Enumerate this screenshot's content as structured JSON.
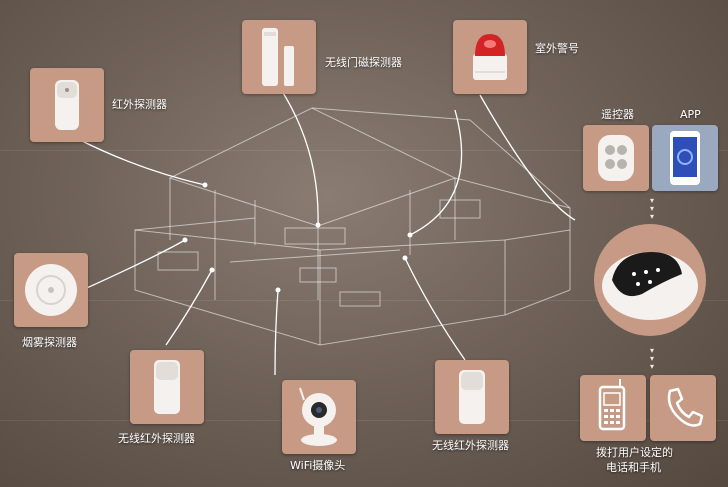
{
  "devices": {
    "ir_detector": {
      "label": "红外探测器",
      "icon": "motion-sensor-icon"
    },
    "door_sensor": {
      "label": "无线门磁探测器",
      "icon": "door-contact-sensor-icon"
    },
    "outdoor_siren": {
      "label": "室外警号",
      "icon": "siren-icon"
    },
    "remote": {
      "label": "遥控器",
      "icon": "remote-control-icon"
    },
    "app": {
      "label": "APP",
      "icon": "smartphone-app-icon"
    },
    "smoke_detector": {
      "label": "烟雾探测器",
      "icon": "smoke-detector-icon"
    },
    "wireless_ir_left": {
      "label": "无线红外探测器",
      "icon": "motion-sensor-icon"
    },
    "wifi_camera": {
      "label": "WiFi摄像头",
      "icon": "camera-icon"
    },
    "wireless_ir_right": {
      "label": "无线红外探测器",
      "icon": "motion-sensor-icon"
    },
    "hub": {
      "icon": "alarm-hub-icon"
    },
    "dial": {
      "label_line1": "拨打用户设定的",
      "label_line2": "电话和手机",
      "icons": [
        "mobile-phone-icon",
        "telephone-icon"
      ]
    }
  },
  "colors": {
    "tile": "#c79a85",
    "tile_app": "#9aa9c0",
    "lines": "#ffffff",
    "background": "#6f6259"
  }
}
